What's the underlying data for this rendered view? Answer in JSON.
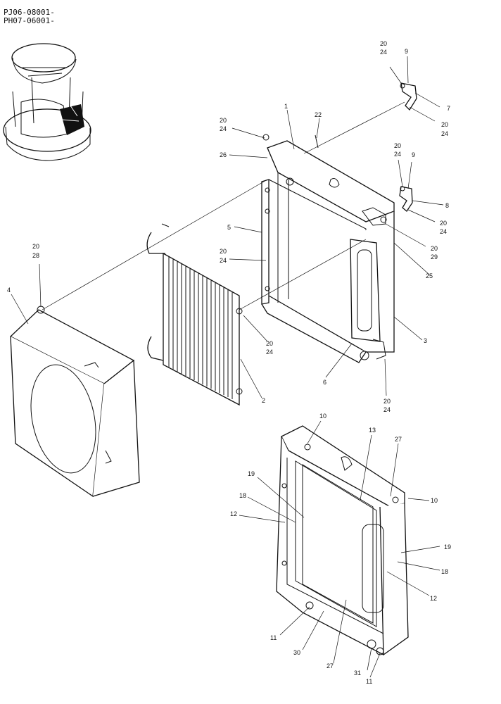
{
  "header": {
    "serial_line_1": "PJ06-08001-",
    "serial_line_2": "PH07-06001-"
  },
  "callouts": {
    "c_20_24_top_right": [
      "20",
      "24"
    ],
    "c_9_top": "9",
    "c_7": "7",
    "c_20_24_bracket7": [
      "20",
      "24"
    ],
    "c_1": "1",
    "c_22": "22",
    "c_20_24_frame_top": [
      "20",
      "24"
    ],
    "c_26": "26",
    "c_20_24_mid_right": [
      "20",
      "24"
    ],
    "c_9_mid": "9",
    "c_8": "8",
    "c_20_24_bracket8": [
      "20",
      "24"
    ],
    "c_5": "5",
    "c_20_29": [
      "20",
      "29"
    ],
    "c_25": "25",
    "c_20_28": [
      "20",
      "28"
    ],
    "c_20_24_cooler_left": [
      "20",
      "24"
    ],
    "c_4": "4",
    "c_3": "3",
    "c_20_24_cooler_right": [
      "20",
      "24"
    ],
    "c_6": "6",
    "c_2": "2",
    "c_20_24_frame_bottom": [
      "20",
      "24"
    ],
    "c_10_top": "10",
    "c_13": "13",
    "c_27_top": "27",
    "c_19_left": "19",
    "c_10_right": "10",
    "c_18_left": "18",
    "c_12_left": "12",
    "c_19_right": "19",
    "c_18_right": "18",
    "c_12_right": "12",
    "c_11_left": "11",
    "c_30": "30",
    "c_27_bottom": "27",
    "c_31": "31",
    "c_11_bottom": "11"
  }
}
